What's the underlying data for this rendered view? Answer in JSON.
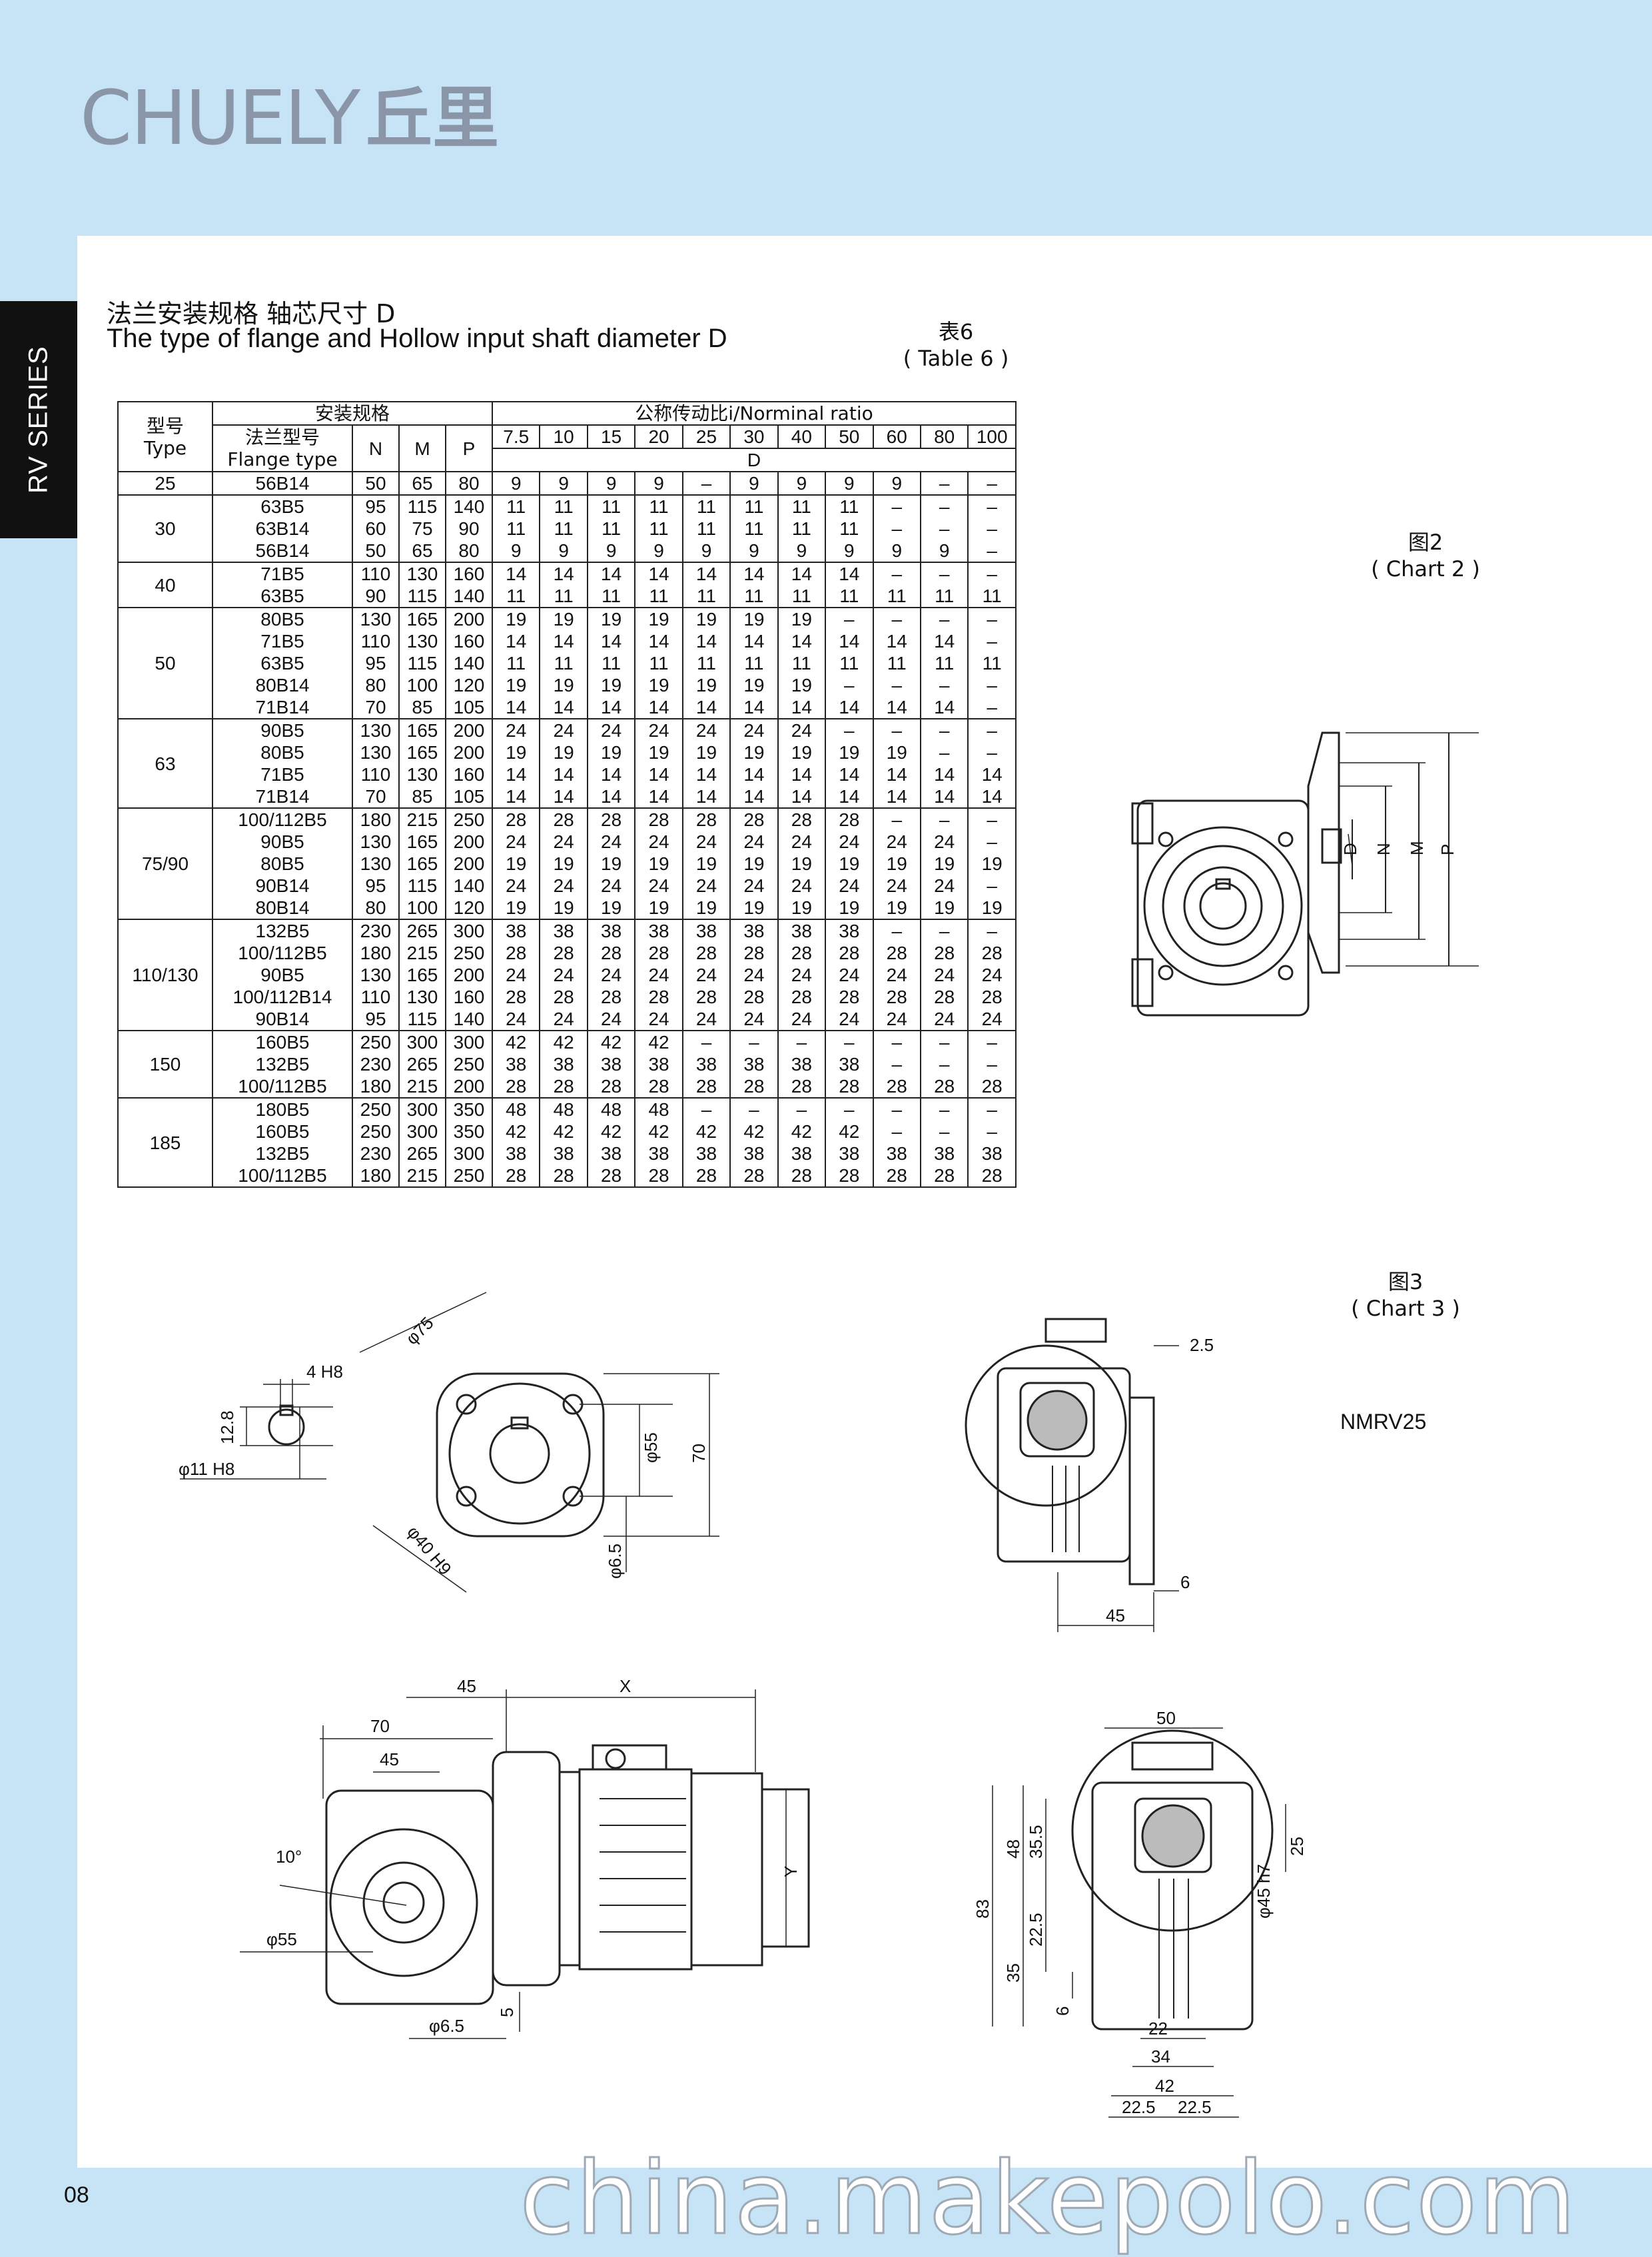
{
  "brand": {
    "name_en": "CHUELY",
    "name_cn": "丘里"
  },
  "side_tab": "RV SERIES",
  "title": {
    "cn": "法兰安装规格 轴芯尺寸 D",
    "en": "The type of flange and Hollow input shaft diameter D"
  },
  "table_caption": {
    "cn": "表6",
    "en": "( Table 6 )"
  },
  "table": {
    "h_type_cn": "型号",
    "h_type_en": "Type",
    "h_install": "安装规格",
    "h_flange_cn": "法兰型号",
    "h_flange_en": "Flange type",
    "h_n": "N",
    "h_m": "M",
    "h_p": "P",
    "h_ratio": "公称传动比i/Norminal ratio",
    "ratios": [
      "7.5",
      "10",
      "15",
      "20",
      "25",
      "30",
      "40",
      "50",
      "60",
      "80",
      "100"
    ],
    "h_d": "D",
    "groups": [
      {
        "type": "25",
        "rows": [
          {
            "flange": "56B14",
            "n": "50",
            "m": "65",
            "p": "80",
            "d": [
              "9",
              "9",
              "9",
              "9",
              "–",
              "9",
              "9",
              "9",
              "9",
              "–",
              "–"
            ]
          }
        ]
      },
      {
        "type": "30",
        "rows": [
          {
            "flange": "63B5",
            "n": "95",
            "m": "115",
            "p": "140",
            "d": [
              "11",
              "11",
              "11",
              "11",
              "11",
              "11",
              "11",
              "11",
              "–",
              "–",
              "–"
            ]
          },
          {
            "flange": "63B14",
            "n": "60",
            "m": "75",
            "p": "90",
            "d": [
              "11",
              "11",
              "11",
              "11",
              "11",
              "11",
              "11",
              "11",
              "–",
              "–",
              "–"
            ]
          },
          {
            "flange": "56B14",
            "n": "50",
            "m": "65",
            "p": "80",
            "d": [
              "9",
              "9",
              "9",
              "9",
              "9",
              "9",
              "9",
              "9",
              "9",
              "9",
              "–"
            ]
          }
        ]
      },
      {
        "type": "40",
        "rows": [
          {
            "flange": "71B5",
            "n": "110",
            "m": "130",
            "p": "160",
            "d": [
              "14",
              "14",
              "14",
              "14",
              "14",
              "14",
              "14",
              "14",
              "–",
              "–",
              "–"
            ]
          },
          {
            "flange": "63B5",
            "n": "90",
            "m": "115",
            "p": "140",
            "d": [
              "11",
              "11",
              "11",
              "11",
              "11",
              "11",
              "11",
              "11",
              "11",
              "11",
              "11"
            ]
          }
        ]
      },
      {
        "type": "50",
        "rows": [
          {
            "flange": "80B5",
            "n": "130",
            "m": "165",
            "p": "200",
            "d": [
              "19",
              "19",
              "19",
              "19",
              "19",
              "19",
              "19",
              "–",
              "–",
              "–",
              "–"
            ]
          },
          {
            "flange": "71B5",
            "n": "110",
            "m": "130",
            "p": "160",
            "d": [
              "14",
              "14",
              "14",
              "14",
              "14",
              "14",
              "14",
              "14",
              "14",
              "14",
              "–"
            ]
          },
          {
            "flange": "63B5",
            "n": "95",
            "m": "115",
            "p": "140",
            "d": [
              "11",
              "11",
              "11",
              "11",
              "11",
              "11",
              "11",
              "11",
              "11",
              "11",
              "11"
            ]
          },
          {
            "flange": "80B14",
            "n": "80",
            "m": "100",
            "p": "120",
            "d": [
              "19",
              "19",
              "19",
              "19",
              "19",
              "19",
              "19",
              "–",
              "–",
              "–",
              "–"
            ]
          },
          {
            "flange": "71B14",
            "n": "70",
            "m": "85",
            "p": "105",
            "d": [
              "14",
              "14",
              "14",
              "14",
              "14",
              "14",
              "14",
              "14",
              "14",
              "14",
              "–"
            ]
          }
        ]
      },
      {
        "type": "63",
        "rows": [
          {
            "flange": "90B5",
            "n": "130",
            "m": "165",
            "p": "200",
            "d": [
              "24",
              "24",
              "24",
              "24",
              "24",
              "24",
              "24",
              "–",
              "–",
              "–",
              "–"
            ]
          },
          {
            "flange": "80B5",
            "n": "130",
            "m": "165",
            "p": "200",
            "d": [
              "19",
              "19",
              "19",
              "19",
              "19",
              "19",
              "19",
              "19",
              "19",
              "–",
              "–"
            ]
          },
          {
            "flange": "71B5",
            "n": "110",
            "m": "130",
            "p": "160",
            "d": [
              "14",
              "14",
              "14",
              "14",
              "14",
              "14",
              "14",
              "14",
              "14",
              "14",
              "14"
            ]
          },
          {
            "flange": "71B14",
            "n": "70",
            "m": "85",
            "p": "105",
            "d": [
              "14",
              "14",
              "14",
              "14",
              "14",
              "14",
              "14",
              "14",
              "14",
              "14",
              "14"
            ]
          }
        ]
      },
      {
        "type": "75/90",
        "rows": [
          {
            "flange": "100/112B5",
            "n": "180",
            "m": "215",
            "p": "250",
            "d": [
              "28",
              "28",
              "28",
              "28",
              "28",
              "28",
              "28",
              "28",
              "–",
              "–",
              "–"
            ]
          },
          {
            "flange": "90B5",
            "n": "130",
            "m": "165",
            "p": "200",
            "d": [
              "24",
              "24",
              "24",
              "24",
              "24",
              "24",
              "24",
              "24",
              "24",
              "24",
              "–"
            ]
          },
          {
            "flange": "80B5",
            "n": "130",
            "m": "165",
            "p": "200",
            "d": [
              "19",
              "19",
              "19",
              "19",
              "19",
              "19",
              "19",
              "19",
              "19",
              "19",
              "19"
            ]
          },
          {
            "flange": "90B14",
            "n": "95",
            "m": "115",
            "p": "140",
            "d": [
              "24",
              "24",
              "24",
              "24",
              "24",
              "24",
              "24",
              "24",
              "24",
              "24",
              "–"
            ]
          },
          {
            "flange": "80B14",
            "n": "80",
            "m": "100",
            "p": "120",
            "d": [
              "19",
              "19",
              "19",
              "19",
              "19",
              "19",
              "19",
              "19",
              "19",
              "19",
              "19"
            ]
          }
        ]
      },
      {
        "type": "110/130",
        "rows": [
          {
            "flange": "132B5",
            "n": "230",
            "m": "265",
            "p": "300",
            "d": [
              "38",
              "38",
              "38",
              "38",
              "38",
              "38",
              "38",
              "38",
              "–",
              "–",
              "–"
            ]
          },
          {
            "flange": "100/112B5",
            "n": "180",
            "m": "215",
            "p": "250",
            "d": [
              "28",
              "28",
              "28",
              "28",
              "28",
              "28",
              "28",
              "28",
              "28",
              "28",
              "28"
            ]
          },
          {
            "flange": "90B5",
            "n": "130",
            "m": "165",
            "p": "200",
            "d": [
              "24",
              "24",
              "24",
              "24",
              "24",
              "24",
              "24",
              "24",
              "24",
              "24",
              "24"
            ]
          },
          {
            "flange": "100/112B14",
            "n": "110",
            "m": "130",
            "p": "160",
            "d": [
              "28",
              "28",
              "28",
              "28",
              "28",
              "28",
              "28",
              "28",
              "28",
              "28",
              "28"
            ]
          },
          {
            "flange": "90B14",
            "n": "95",
            "m": "115",
            "p": "140",
            "d": [
              "24",
              "24",
              "24",
              "24",
              "24",
              "24",
              "24",
              "24",
              "24",
              "24",
              "24"
            ]
          }
        ]
      },
      {
        "type": "150",
        "rows": [
          {
            "flange": "160B5",
            "n": "250",
            "m": "300",
            "p": "300",
            "d": [
              "42",
              "42",
              "42",
              "42",
              "–",
              "–",
              "–",
              "–",
              "–",
              "–",
              "–"
            ]
          },
          {
            "flange": "132B5",
            "n": "230",
            "m": "265",
            "p": "250",
            "d": [
              "38",
              "38",
              "38",
              "38",
              "38",
              "38",
              "38",
              "38",
              "–",
              "–",
              "–"
            ]
          },
          {
            "flange": "100/112B5",
            "n": "180",
            "m": "215",
            "p": "200",
            "d": [
              "28",
              "28",
              "28",
              "28",
              "28",
              "28",
              "28",
              "28",
              "28",
              "28",
              "28"
            ]
          }
        ]
      },
      {
        "type": "185",
        "rows": [
          {
            "flange": "180B5",
            "n": "250",
            "m": "300",
            "p": "350",
            "d": [
              "48",
              "48",
              "48",
              "48",
              "–",
              "–",
              "–",
              "–",
              "–",
              "–",
              "–"
            ]
          },
          {
            "flange": "160B5",
            "n": "250",
            "m": "300",
            "p": "350",
            "d": [
              "42",
              "42",
              "42",
              "42",
              "42",
              "42",
              "42",
              "42",
              "–",
              "–",
              "–"
            ]
          },
          {
            "flange": "132B5",
            "n": "230",
            "m": "265",
            "p": "300",
            "d": [
              "38",
              "38",
              "38",
              "38",
              "38",
              "38",
              "38",
              "38",
              "38",
              "38",
              "38"
            ]
          },
          {
            "flange": "100/112B5",
            "n": "180",
            "m": "215",
            "p": "250",
            "d": [
              "28",
              "28",
              "28",
              "28",
              "28",
              "28",
              "28",
              "28",
              "28",
              "28",
              "28"
            ]
          }
        ]
      }
    ]
  },
  "chart2": {
    "cn": "图2",
    "en": "( Chart 2 )",
    "labels": [
      "D",
      "N",
      "M",
      "P"
    ]
  },
  "chart3": {
    "cn": "图3",
    "en": "( Chart 3 )",
    "model": "NMRV25"
  },
  "dims": {
    "key_width": "4 H8",
    "key_height": "12.8",
    "bore": "φ11 H8",
    "flange_dia": "φ75",
    "pilot": "φ40 H9",
    "hole": "φ6.5",
    "pcd": "φ55",
    "height70": "70",
    "top_2_5": "2.5",
    "side_6": "6",
    "side_45": "45",
    "a45": "45",
    "ax": "X",
    "a70": "70",
    "a45b": "45",
    "a10": "10°",
    "ay": "Y",
    "a55": "φ55",
    "a5": "5",
    "a6_5": "φ6.5",
    "b50": "50",
    "b83": "83",
    "b48": "48",
    "b35_5": "35.5",
    "b35": "35",
    "b22_5": "22.5",
    "b6": "6",
    "b25": "25",
    "b45h7": "φ45 h7",
    "b22": "22",
    "b34": "34",
    "b42": "42",
    "b22_5l": "22.5",
    "b22_5r": "22.5"
  },
  "page_number": "08",
  "watermark": "china.makepolo.com"
}
